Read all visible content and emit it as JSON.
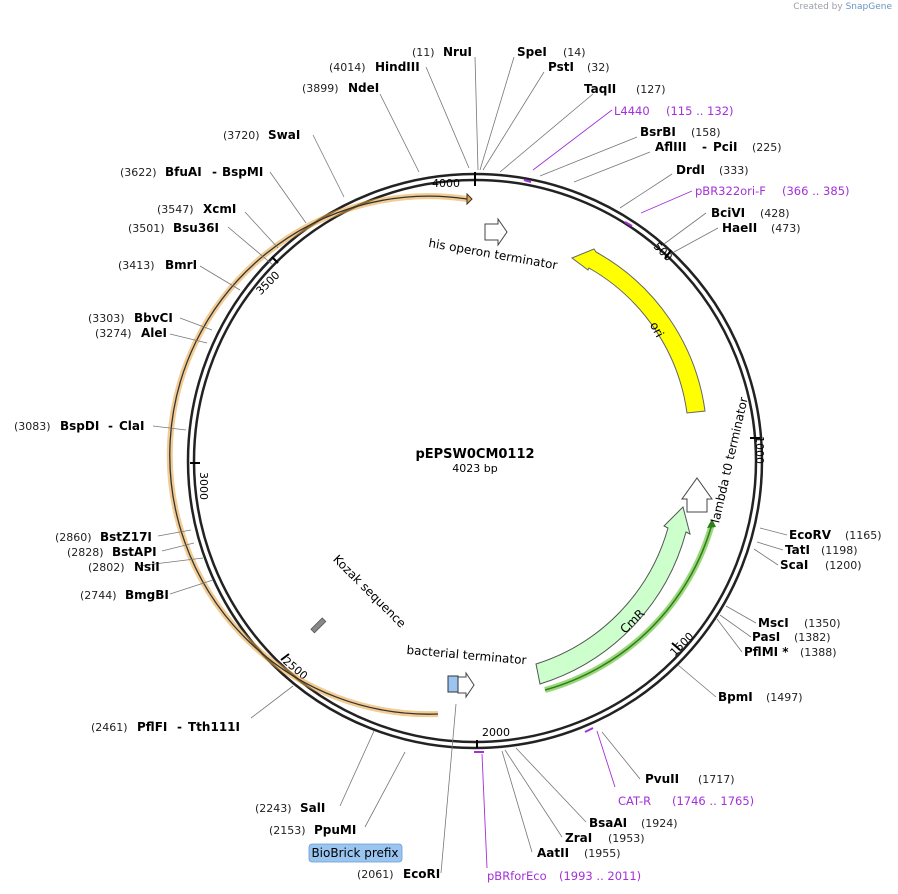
{
  "watermark": {
    "prefix": "Created by",
    "brand": "SnapGene"
  },
  "plasmid": {
    "name": "pEPSW0CM0112",
    "length_label": "4023 bp"
  },
  "ticks": [
    "4000",
    "500",
    "1000",
    "1500",
    "2000",
    "2500",
    "3000",
    "3500"
  ],
  "sites": [
    {
      "id": "nrui",
      "name": "NruI",
      "pos": "(11)"
    },
    {
      "id": "spei",
      "name": "SpeI",
      "pos": "(14)"
    },
    {
      "id": "psti",
      "name": "PstI",
      "pos": "(32)"
    },
    {
      "id": "taqii",
      "name": "TaqII",
      "pos": "(127)"
    },
    {
      "id": "bsrbi",
      "name": "BsrBI",
      "pos": "(158)"
    },
    {
      "id": "afliii",
      "name": "AflIII",
      "pos": "(225)"
    },
    {
      "id": "pcii",
      "name": "PciI",
      "pos": ""
    },
    {
      "id": "drdi",
      "name": "DrdI",
      "pos": "(333)"
    },
    {
      "id": "bcivi",
      "name": "BciVI",
      "pos": "(428)"
    },
    {
      "id": "haeii",
      "name": "HaeII",
      "pos": "(473)"
    },
    {
      "id": "ecorv",
      "name": "EcoRV",
      "pos": "(1165)"
    },
    {
      "id": "tati",
      "name": "TatI",
      "pos": "(1198)"
    },
    {
      "id": "scai",
      "name": "ScaI",
      "pos": "(1200)"
    },
    {
      "id": "msci",
      "name": "MscI",
      "pos": "(1350)"
    },
    {
      "id": "pasi",
      "name": "PasI",
      "pos": "(1382)"
    },
    {
      "id": "pflmi",
      "name": "PflMI *",
      "pos": "(1388)"
    },
    {
      "id": "bpmi",
      "name": "BpmI",
      "pos": "(1497)"
    },
    {
      "id": "pvuii",
      "name": "PvuII",
      "pos": "(1717)"
    },
    {
      "id": "bsaai",
      "name": "BsaAI",
      "pos": "(1924)"
    },
    {
      "id": "zrai",
      "name": "ZraI",
      "pos": "(1953)"
    },
    {
      "id": "aatii",
      "name": "AatII",
      "pos": "(1955)"
    },
    {
      "id": "ecori",
      "name": "EcoRI",
      "pos": "(2061)"
    },
    {
      "id": "ppumi",
      "name": "PpuMI",
      "pos": "(2153)"
    },
    {
      "id": "sali",
      "name": "SalI",
      "pos": "(2243)"
    },
    {
      "id": "pflfi",
      "name": "PflFI",
      "pos": "(2461)"
    },
    {
      "id": "tth111i",
      "name": "Tth111I",
      "pos": ""
    },
    {
      "id": "bmgbi",
      "name": "BmgBI",
      "pos": "(2744)"
    },
    {
      "id": "nsii",
      "name": "NsiI",
      "pos": "(2802)"
    },
    {
      "id": "bstapi",
      "name": "BstAPI",
      "pos": "(2828)"
    },
    {
      "id": "bstz17i",
      "name": "BstZ17I",
      "pos": "(2860)"
    },
    {
      "id": "bspdi",
      "name": "BspDI",
      "pos": "(3083)"
    },
    {
      "id": "clai",
      "name": "ClaI",
      "pos": ""
    },
    {
      "id": "alei",
      "name": "AleI",
      "pos": "(3274)"
    },
    {
      "id": "bbvci",
      "name": "BbvCI",
      "pos": "(3303)"
    },
    {
      "id": "bmri",
      "name": "BmrI",
      "pos": "(3413)"
    },
    {
      "id": "bsu36i",
      "name": "Bsu36I",
      "pos": "(3501)"
    },
    {
      "id": "xcmi",
      "name": "XcmI",
      "pos": "(3547)"
    },
    {
      "id": "bfuai",
      "name": "BfuAI",
      "pos": "(3622)"
    },
    {
      "id": "bspmi",
      "name": "BspMI",
      "pos": ""
    },
    {
      "id": "swai",
      "name": "SwaI",
      "pos": "(3720)"
    },
    {
      "id": "ndei",
      "name": "NdeI",
      "pos": "(3899)"
    },
    {
      "id": "hindiii",
      "name": "HindIII",
      "pos": "(4014)"
    }
  ],
  "primers": [
    {
      "id": "l4440",
      "name": "L4440",
      "range": "(115 .. 132)"
    },
    {
      "id": "pbr322ori",
      "name": "pBR322ori-F",
      "range": "(366 .. 385)"
    },
    {
      "id": "catr",
      "name": "CAT-R",
      "range": "(1746 .. 1765)"
    },
    {
      "id": "pbrforeco",
      "name": "pBRforEco",
      "range": "(1993 .. 2011)"
    }
  ],
  "features": {
    "his_terminator": "his operon terminator",
    "ori": "ori",
    "lambda_terminator": "lambda t0 terminator",
    "cmr": "CmR",
    "bacterial_terminator": "bacterial terminator",
    "kozak": "Kozak sequence",
    "biobrick": "BioBrick prefix"
  },
  "colors": {
    "ori": "#ffff00",
    "cmr": "#ccffcc",
    "primer": "#a330d8",
    "orange_arc": "#e8a33a",
    "green_arc": "#2e7d1a",
    "biobrick": "#99c5f0"
  }
}
